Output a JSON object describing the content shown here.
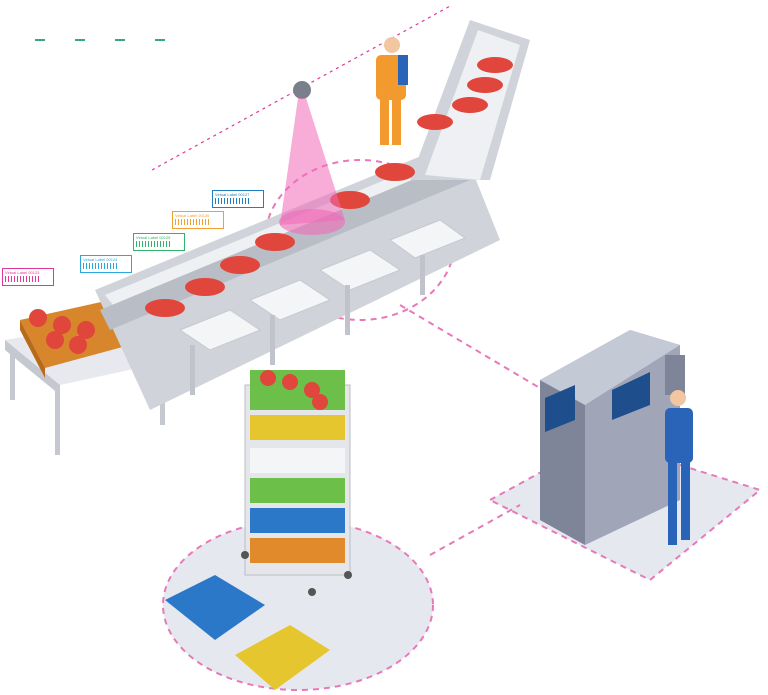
{
  "labels": [
    {
      "text": "Virtual Label 00123",
      "color": "#e0389a"
    },
    {
      "text": "Virtual Label 00124",
      "color": "#2aa7dc"
    },
    {
      "text": "Virtual Label 00125",
      "color": "#2fb36b"
    },
    {
      "text": "Virtual Label 00126",
      "color": "#f0a030"
    },
    {
      "text": "Virtual Label 00127",
      "color": "#1f7fc0"
    }
  ],
  "colors": {
    "accent": "#e0389a",
    "meat": "#e0463c",
    "conveyor": "#d8dbe0",
    "machine": "#8f96a8"
  }
}
